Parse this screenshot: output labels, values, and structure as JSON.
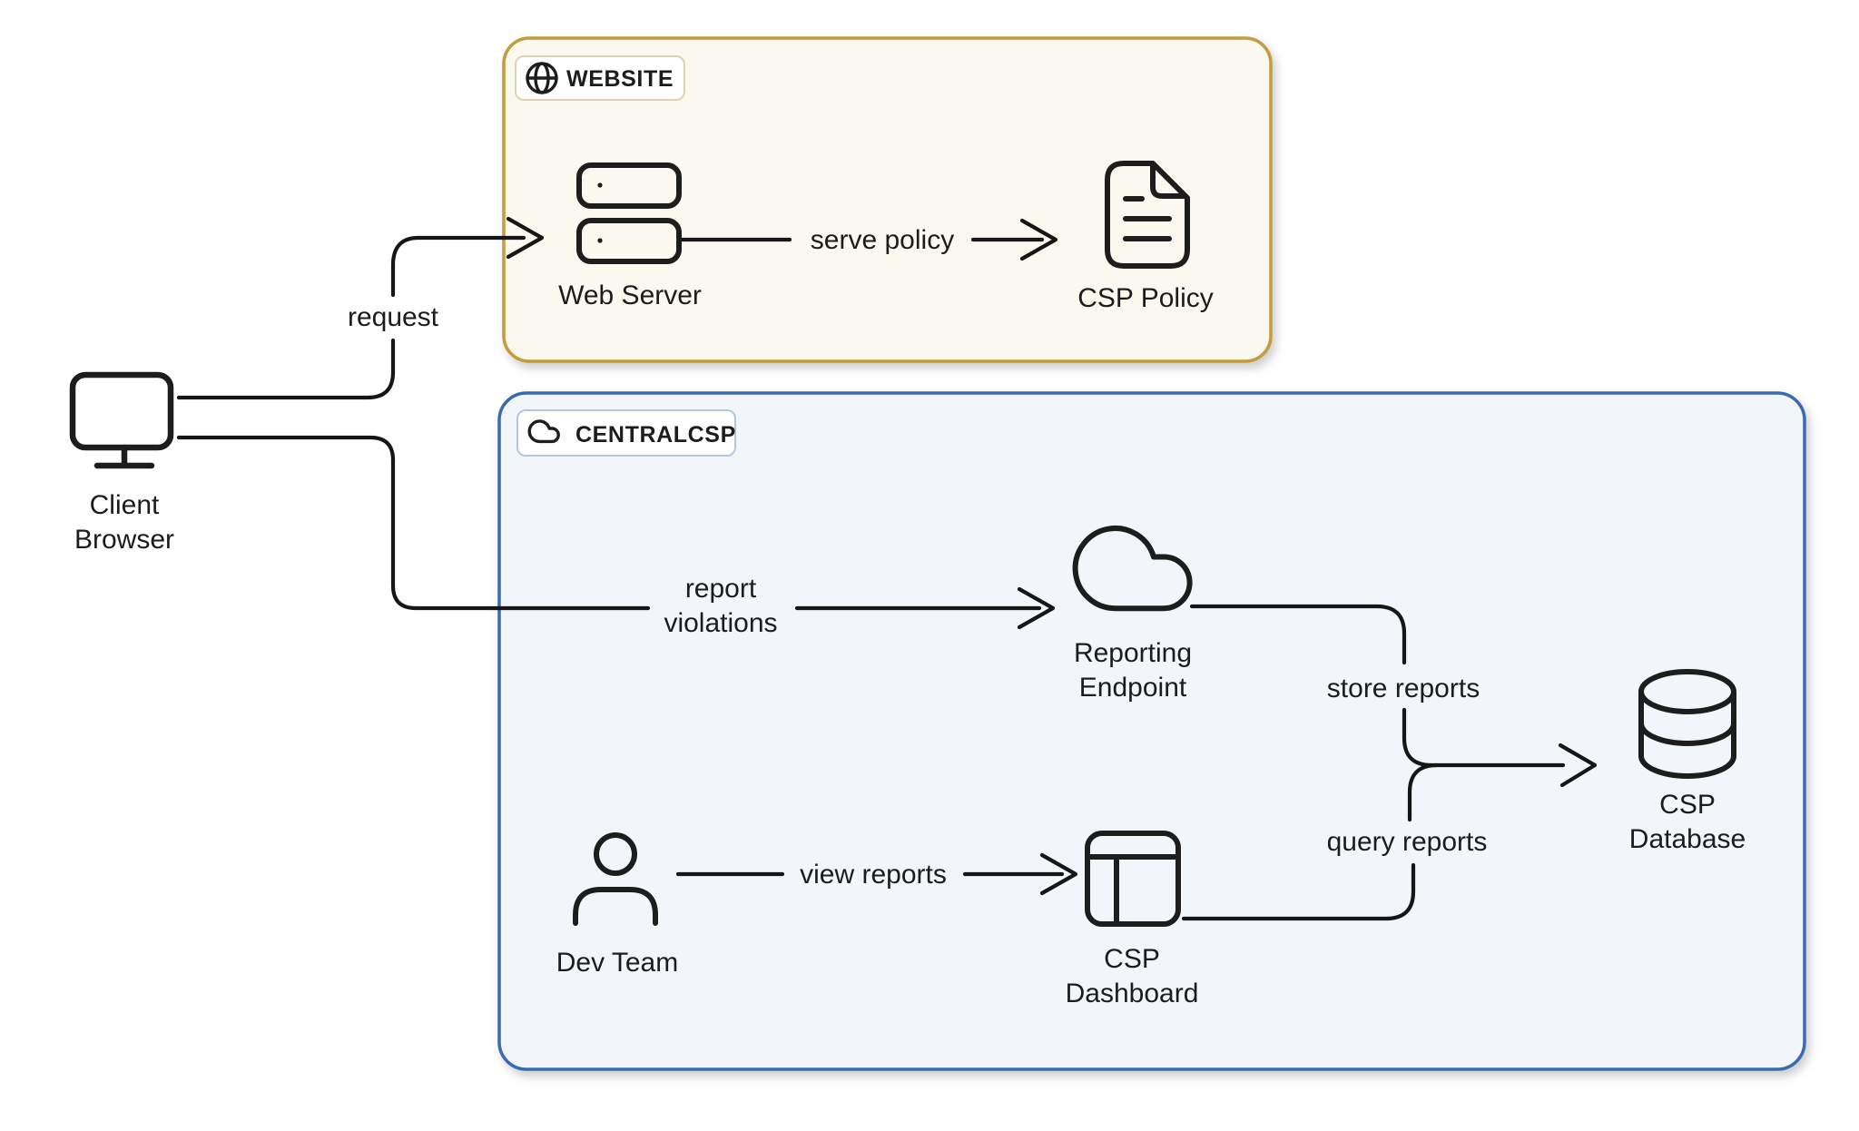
{
  "groups": {
    "website": {
      "label": "WEBSITE",
      "icon": "globe-icon",
      "border_color": "#C59B3C",
      "fill_color": "#FAF8EF"
    },
    "centralcsp": {
      "label": "CENTRALCSP",
      "icon": "cloud-icon",
      "border_color": "#3A6BAF",
      "fill_color": "#F2F5FA"
    }
  },
  "nodes": {
    "client_browser": {
      "label": {
        "line1": "Client",
        "line2": "Browser"
      },
      "icon": "monitor-icon"
    },
    "web_server": {
      "label": "Web Server",
      "icon": "server-stack-icon"
    },
    "csp_policy": {
      "label": "CSP Policy",
      "icon": "file-icon"
    },
    "reporting_endpoint": {
      "label": {
        "line1": "Reporting",
        "line2": "Endpoint"
      },
      "icon": "cloud-icon"
    },
    "dev_team": {
      "label": "Dev Team",
      "icon": "user-icon"
    },
    "csp_dashboard": {
      "label": {
        "line1": "CSP",
        "line2": "Dashboard"
      },
      "icon": "dashboard-icon"
    },
    "csp_database": {
      "label": {
        "line1": "CSP",
        "line2": "Database"
      },
      "icon": "database-icon"
    }
  },
  "edges": {
    "request": {
      "label": "request",
      "from": "client_browser",
      "to": "web_server"
    },
    "serve_policy": {
      "label": "serve policy",
      "from": "web_server",
      "to": "csp_policy"
    },
    "report_violations": {
      "label": {
        "line1": "report",
        "line2": "violations"
      },
      "from": "client_browser",
      "to": "reporting_endpoint"
    },
    "store_reports": {
      "label": "store reports",
      "from": "reporting_endpoint",
      "to": "csp_database"
    },
    "view_reports": {
      "label": "view reports",
      "from": "dev_team",
      "to": "csp_dashboard"
    },
    "query_reports": {
      "label": "query reports",
      "from": "csp_dashboard",
      "to": "csp_database"
    }
  },
  "colors": {
    "background": "#FFFFFF",
    "line": "#161616",
    "text": "#1C1C1C",
    "website_border": "#C59B3C",
    "website_fill": "#FAF8EF",
    "centralcsp_border": "#3A6BAF",
    "centralcsp_fill": "#F2F5FA"
  }
}
